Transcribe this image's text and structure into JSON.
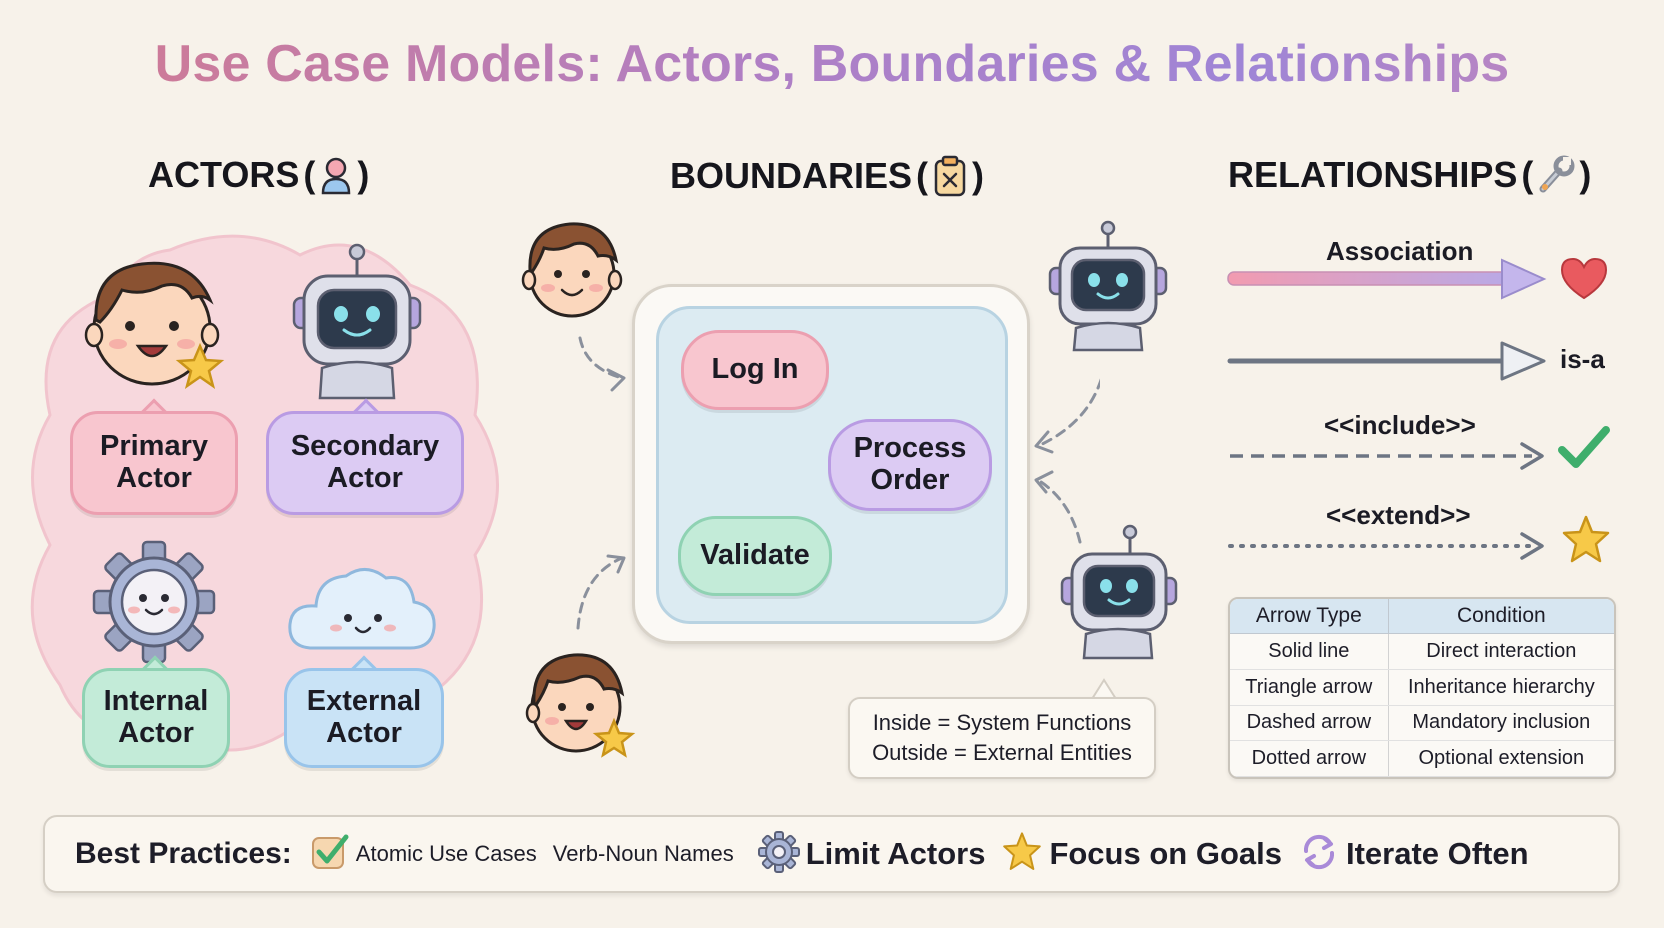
{
  "title": "Use Case Models: Actors, Boundaries & Relationships",
  "sections": {
    "actors": "ACTORS",
    "boundaries": "BOUNDARIES",
    "relationships": "RELATIONSHIPS"
  },
  "actors": [
    {
      "line1": "Primary",
      "line2": "Actor"
    },
    {
      "line1": "Secondary",
      "line2": "Actor"
    },
    {
      "line1": "Internal",
      "line2": "Actor"
    },
    {
      "line1": "External",
      "line2": "Actor"
    }
  ],
  "use_cases": {
    "login": "Log In",
    "process_line1": "Process",
    "process_line2": "Order",
    "validate": "Validate"
  },
  "boundary_note": {
    "line1": "Inside = System Functions",
    "line2": "Outside = External Entities"
  },
  "relationships": {
    "association": "Association",
    "generalization": "is-a",
    "include": "<<include>>",
    "extend": "<<extend>>"
  },
  "table": {
    "headers": [
      "Arrow Type",
      "Condition"
    ],
    "rows": [
      [
        "Solid line",
        "Direct interaction"
      ],
      [
        "Triangle arrow",
        "Inheritance hierarchy"
      ],
      [
        "Dashed arrow",
        "Mandatory inclusion"
      ],
      [
        "Dotted arrow",
        "Optional extension"
      ]
    ]
  },
  "best_practices": {
    "label": "Best Practices:",
    "items": [
      "Atomic Use Cases",
      "Verb-Noun Names",
      "Limit Actors",
      "Focus on Goals",
      "Iterate Often"
    ]
  },
  "colors": {
    "pink": "#f8c6cf",
    "purple": "#dccbf3",
    "green": "#c3ebd8",
    "blue": "#c9e3f6",
    "boundary": "#dcebf2"
  },
  "icons": [
    "person-icon",
    "clipboard-icon",
    "wrench-icon",
    "heart-icon",
    "check-icon",
    "star-icon",
    "gear-icon",
    "refresh-icon"
  ]
}
